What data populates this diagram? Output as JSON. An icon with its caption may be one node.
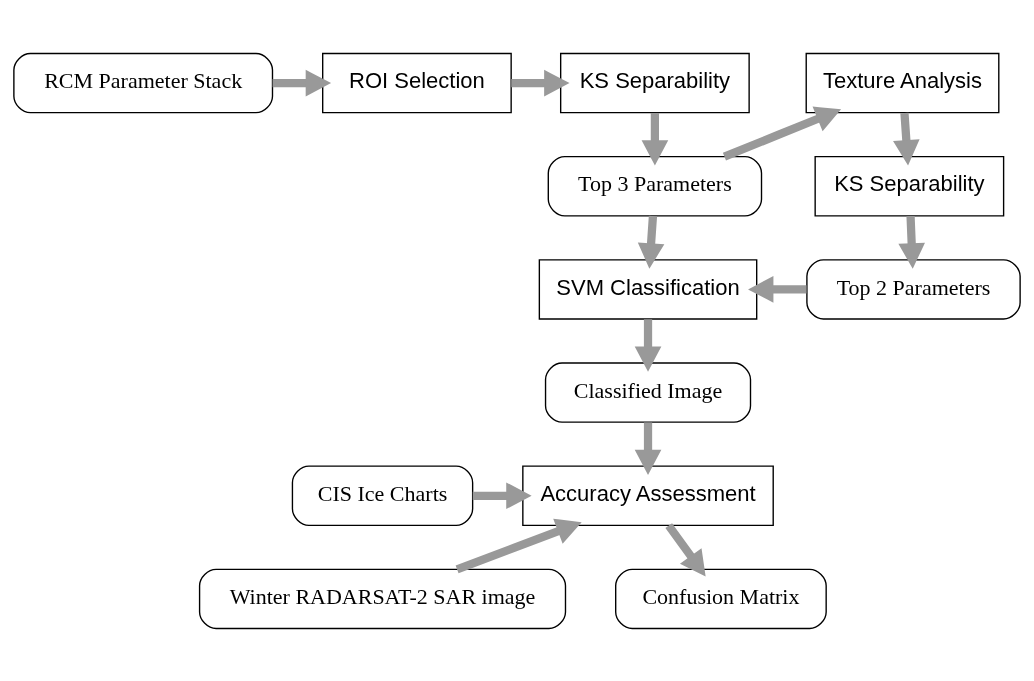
{
  "diagram": {
    "nodes": [
      {
        "text": [
          "RCM Parameter Stack"
        ]
      },
      {
        "text": [
          "ROI Selection"
        ]
      },
      {
        "text": [
          "KS Separability"
        ]
      },
      {
        "text": [
          "Texture Analysis"
        ]
      },
      {
        "text": [
          "Top 3 Parameters"
        ]
      },
      {
        "text": [
          "KS Separability"
        ]
      },
      {
        "text": [
          "SVM Classification"
        ]
      },
      {
        "text": [
          "Top 2 Parameters"
        ]
      },
      {
        "text": [
          "Classified Image"
        ]
      },
      {
        "text": [
          "CIS Ice Charts"
        ]
      },
      {
        "text": [
          "Winter RADARSAT-2 SAR image"
        ]
      },
      {
        "text": [
          "Accuracy Assessment"
        ]
      },
      {
        "text": [
          "Confusion Matrix"
        ]
      }
    ],
    "edges": [
      {
        "from": 0,
        "to": 1,
        "arrow": "to"
      },
      {
        "from": 1,
        "to": 2,
        "arrow": "to"
      },
      {
        "from": 2,
        "to": 4,
        "arrow": "to"
      },
      {
        "from": 4,
        "to": 3,
        "arrow": "to"
      },
      {
        "from": 3,
        "to": 5,
        "arrow": "to"
      },
      {
        "from": 5,
        "to": 7,
        "arrow": "to"
      },
      {
        "from": 7,
        "to": 6,
        "arrow": "to"
      },
      {
        "from": 4,
        "to": 6,
        "arrow": "to"
      },
      {
        "from": 6,
        "to": 8,
        "arrow": "to"
      },
      {
        "from": 8,
        "to": 11,
        "arrow": "to"
      },
      {
        "from": 9,
        "to": 11,
        "arrow": "to"
      },
      {
        "from": 10,
        "to": 11,
        "arrow": "to"
      },
      {
        "from": 11,
        "to": 12,
        "arrow": "to"
      }
    ]
  }
}
